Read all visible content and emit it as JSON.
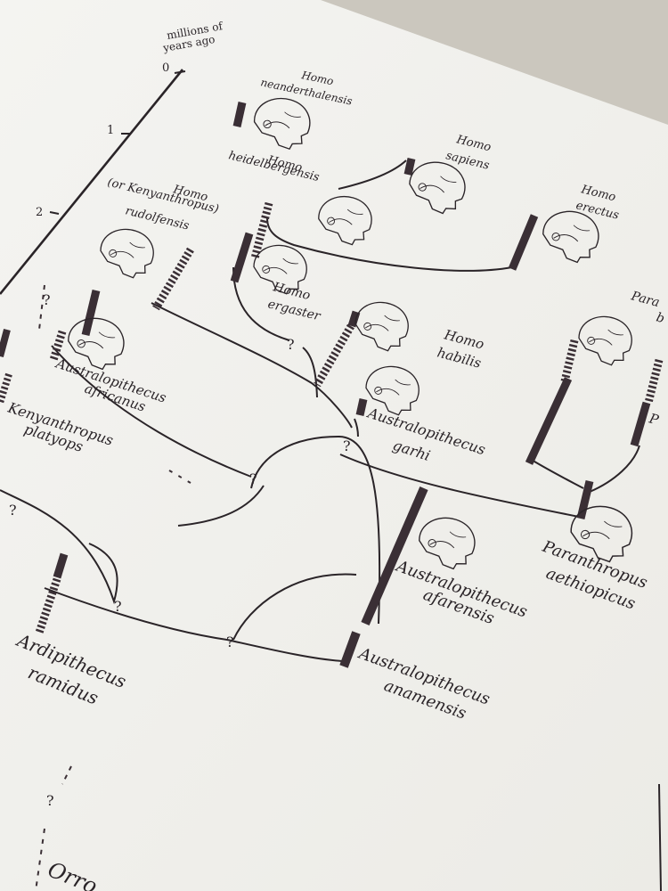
{
  "axis": {
    "title_line1": "millions of",
    "title_line2": "years ago",
    "ticks": [
      "0",
      "1",
      "2"
    ]
  },
  "species": {
    "neanderthalensis": [
      "Homo",
      "neanderthalensis"
    ],
    "sapiens": [
      "Homo",
      "sapiens"
    ],
    "heidelbergensis": [
      "Homo",
      "heidelbergensis"
    ],
    "erectus": [
      "Homo",
      "erectus"
    ],
    "rudolfensis": [
      "Homo",
      "(or Kenyanthropus)",
      "rudolfensis"
    ],
    "ergaster": [
      "Homo",
      "ergaster"
    ],
    "habilis": [
      "Homo",
      "habilis"
    ],
    "garhi": [
      "Australopithecus",
      "garhi"
    ],
    "africanus": [
      "Australopithecus",
      "africanus"
    ],
    "platyops": [
      "Kenyanthropus",
      "platyops"
    ],
    "afarensis": [
      "Australopithecus",
      "afarensis"
    ],
    "anamensis": [
      "Australopithecus",
      "anamensis"
    ],
    "aethiopicus": [
      "Paranthropus",
      "aethiopicus"
    ],
    "ramidus": [
      "Ardipithecus",
      "ramidus"
    ],
    "paranthropus_boisei_partial": [
      "Para",
      "b"
    ],
    "paranthropus_robustus_partial": [
      "P"
    ],
    "orrorin_partial": [
      "Orro"
    ]
  },
  "uncertain_marker": "?"
}
